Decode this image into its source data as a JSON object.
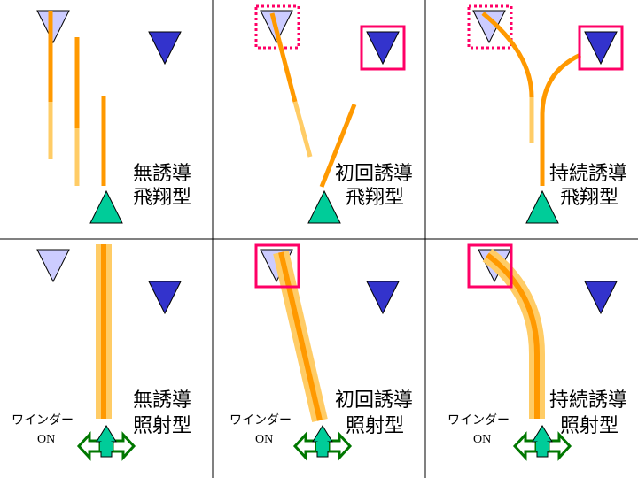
{
  "colors": {
    "target_light": "#ccccff",
    "target_dark": "#3333cc",
    "launcher": "#00cc99",
    "path_dark": "#ff9900",
    "path_light": "#ffcc66",
    "highlight_box": "#ff0066",
    "arrow_outline": "#007700"
  },
  "panels": [
    {
      "line1": "無誘導",
      "line2": "飛翔型"
    },
    {
      "line1": "初回誘導",
      "line2": "飛翔型"
    },
    {
      "line1": "持続誘導",
      "line2": "飛翔型"
    },
    {
      "line1": "無誘導",
      "line2": "照射型"
    },
    {
      "line1": "初回誘導",
      "line2": "照射型"
    },
    {
      "line1": "持続誘導",
      "line2": "照射型"
    }
  ],
  "winder": {
    "label": "ワインダー",
    "state": "ON"
  }
}
